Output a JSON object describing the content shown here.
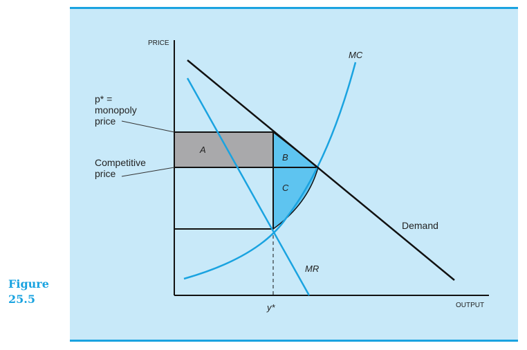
{
  "figure": {
    "label_line1": "Figure",
    "label_line2": "25.5"
  },
  "diagram": {
    "y_axis_label": "PRICE",
    "x_axis_label": "OUTPUT",
    "monopoly_price_line1": "p* =",
    "monopoly_price_line2": "monopoly",
    "monopoly_price_line3": "price",
    "competitive_price_line1": "Competitive",
    "competitive_price_line2": "price",
    "x_star_label": "y*",
    "area_a": "A",
    "area_b": "B",
    "area_c": "C",
    "curve_mc": "MC",
    "curve_mr": "MR",
    "curve_demand": "Demand"
  },
  "colors": {
    "accent": "#1aa3e0",
    "panel_bg": "#c8e9f9",
    "area_a_fill": "#a9a9ab",
    "area_bc_fill": "#5ec4f0",
    "line_dark": "#111111"
  }
}
